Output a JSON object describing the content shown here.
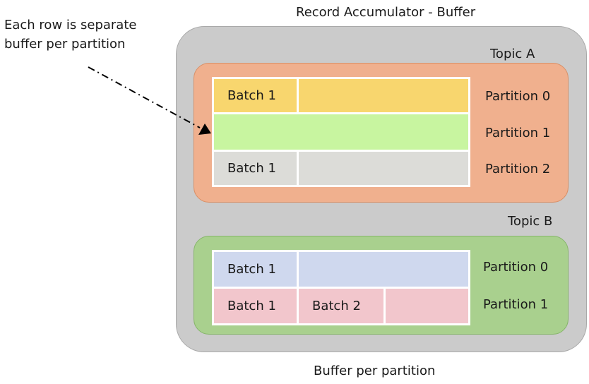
{
  "title": "Record Accumulator - Buffer",
  "footer": "Buffer per partition",
  "annotation": {
    "line1": "Each row is separate",
    "line2": "buffer per partition"
  },
  "topic_a": {
    "label": "Topic A",
    "partitions": [
      {
        "label": "Partition 0",
        "batch": "Batch 1"
      },
      {
        "label": "Partition 1"
      },
      {
        "label": "Partition 2",
        "batch": "Batch 1"
      }
    ]
  },
  "topic_b": {
    "label": "Topic B",
    "partitions": [
      {
        "label": "Partition 0",
        "batch": "Batch 1"
      },
      {
        "label": "Partition 1",
        "batch": "Batch 1",
        "batch2": "Batch 2"
      }
    ]
  },
  "colors": {
    "buffer_bg": "#cbcbcb",
    "topic_a_bg": "#f0b08e",
    "topic_b_bg": "#a9d08e",
    "a_p0": "#f8d66e",
    "a_p1": "#c8f5a0",
    "a_p2": "#dcdcd8",
    "b_p0": "#cfd8ee",
    "b_p1": "#f2c6cc"
  }
}
